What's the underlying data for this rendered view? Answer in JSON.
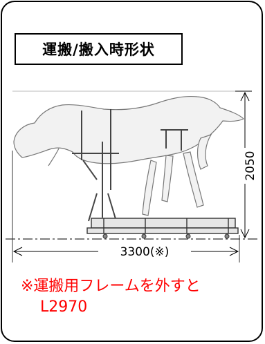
{
  "title": "運搬/搬入時形状",
  "dimensions": {
    "height": "2050",
    "length": "3300(※)"
  },
  "note": {
    "line1": "※運搬用フレームを外すと",
    "line2": "L2970"
  },
  "colors": {
    "note": "#ff0000",
    "outline": "#000000",
    "drawing": "#555555"
  }
}
